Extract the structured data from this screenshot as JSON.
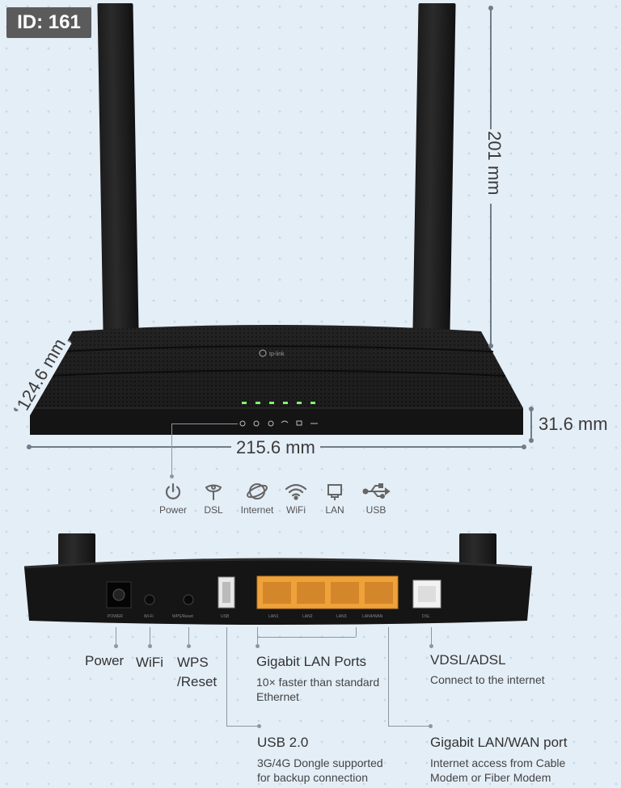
{
  "id_badge": "ID: 161",
  "dimensions": {
    "height": "201 mm",
    "depth": "124.6 mm",
    "width": "215.6 mm",
    "thickness": "31.6 mm"
  },
  "leds": [
    {
      "icon": "power-icon",
      "label": "Power"
    },
    {
      "icon": "dsl-icon",
      "label": "DSL"
    },
    {
      "icon": "internet-icon",
      "label": "Internet"
    },
    {
      "icon": "wifi-icon",
      "label": "WiFi"
    },
    {
      "icon": "lan-icon",
      "label": "LAN"
    },
    {
      "icon": "usb-icon",
      "label": "USB"
    }
  ],
  "rear_port_labels": [
    "POWER",
    "Wi-Fi",
    "WPS/Reset",
    "USB",
    "LAN1",
    "LAN2",
    "LAN3",
    "LAN4/WAN",
    "DSL"
  ],
  "callouts": {
    "power": {
      "title": "Power"
    },
    "wifi": {
      "title": "WiFi"
    },
    "wps": {
      "title": "WPS",
      "title2": "/Reset"
    },
    "lan": {
      "title": "Gigabit LAN Ports",
      "desc1": "10× faster than standard",
      "desc2": "Ethernet"
    },
    "dsl": {
      "title": "VDSL/ADSL",
      "desc1": "Connect to the internet"
    },
    "usb": {
      "title": "USB 2.0",
      "desc1": "3G/4G Dongle supported",
      "desc2": "for backup connection"
    },
    "wan": {
      "title": "Gigabit LAN/WAN port",
      "desc1": "Internet access from Cable",
      "desc2": "Modem or Fiber Modem"
    }
  },
  "colors": {
    "background": "#e4eef7",
    "router_body": "#161616",
    "led_green": "#7dff6a",
    "lan_port": "#f0a23a"
  }
}
